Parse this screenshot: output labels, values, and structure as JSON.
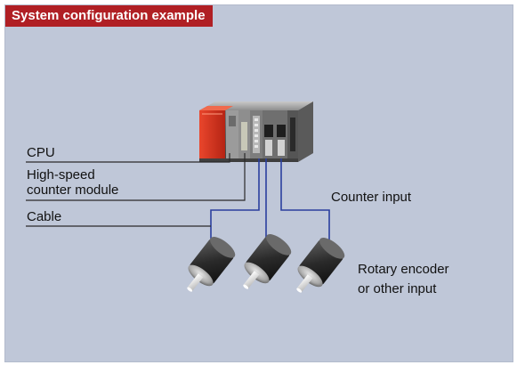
{
  "header": {
    "title": "System configuration example"
  },
  "labels": {
    "cpu": "CPU",
    "counter_module_line1": "High-speed",
    "counter_module_line2": "counter module",
    "cable": "Cable",
    "counter_input": "Counter input",
    "encoder_line1": "Rotary encoder",
    "encoder_line2": "or other input"
  },
  "colors": {
    "panel_bg": "#bfc7d8",
    "title_bg": "#b01f24",
    "cable_line": "#2b3f9e",
    "leader_line": "#2a2a2a",
    "cpu_module": "#d8321f"
  },
  "icons": [
    "plc-rack-icon",
    "rotary-encoder-icon"
  ]
}
